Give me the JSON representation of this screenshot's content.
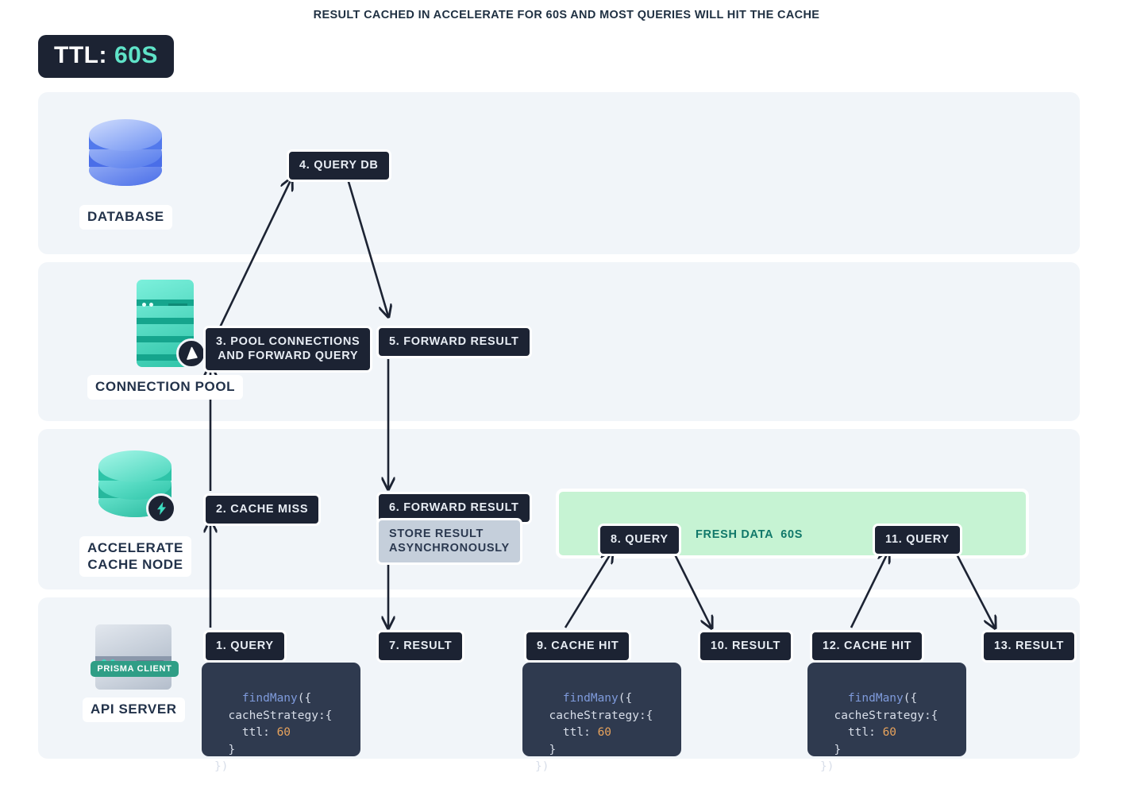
{
  "ttl_badge": {
    "label": "TTL:",
    "value": "60S"
  },
  "rows": [
    {
      "id": "database",
      "caption": "DATABASE",
      "icon": "database-cylinder-blue"
    },
    {
      "id": "pool",
      "caption": "CONNECTION POOL",
      "icon": "server-rack-teal",
      "badge": "prisma-logo-icon"
    },
    {
      "id": "accelerate",
      "caption": "ACCELERATE\nCACHE NODE",
      "icon": "database-cylinder-teal",
      "badge": "lightning-bolt-icon"
    },
    {
      "id": "api",
      "caption": "API SERVER",
      "icon": "server-gray",
      "tag": "PRISMA CLIENT"
    }
  ],
  "steps": [
    {
      "id": "step-1",
      "label": "1. QUERY"
    },
    {
      "id": "step-2",
      "label": "2. CACHE MISS"
    },
    {
      "id": "step-3",
      "label": "3. POOL CONNECTIONS\nAND FORWARD QUERY"
    },
    {
      "id": "step-4",
      "label": "4. QUERY DB"
    },
    {
      "id": "step-5",
      "label": "5. FORWARD RESULT"
    },
    {
      "id": "step-6",
      "label": "6. FORWARD RESULT"
    },
    {
      "id": "step-store",
      "label": "STORE RESULT\nASYNCHRONOUSLY"
    },
    {
      "id": "step-7",
      "label": "7. RESULT"
    },
    {
      "id": "step-8",
      "label": "8. QUERY"
    },
    {
      "id": "step-9",
      "label": "9. CACHE HIT"
    },
    {
      "id": "step-10",
      "label": "10. RESULT"
    },
    {
      "id": "step-11",
      "label": "11. QUERY"
    },
    {
      "id": "step-12",
      "label": "12. CACHE HIT"
    },
    {
      "id": "step-13",
      "label": "13. RESULT"
    }
  ],
  "cache_banner": {
    "title": "RESULT CACHED IN ACCELERATE FOR 60S AND MOST QUERIES WILL HIT THE CACHE",
    "fresh_data": "FRESH DATA  60S"
  },
  "code": {
    "line1_fn": "findMany",
    "line1_rest": "({",
    "line2": "  cacheStrategy:{",
    "line3_key": "    ttl: ",
    "line3_num": "60",
    "line4": "  }",
    "line5": "})"
  },
  "colors": {
    "dark": "#1c2333",
    "band": "#f1f5f9",
    "teal": "#5fe3c8",
    "green_banner": "#c6f3d3",
    "blue_db": "#5b7ff0",
    "gray_label": "#c5cfdb"
  }
}
